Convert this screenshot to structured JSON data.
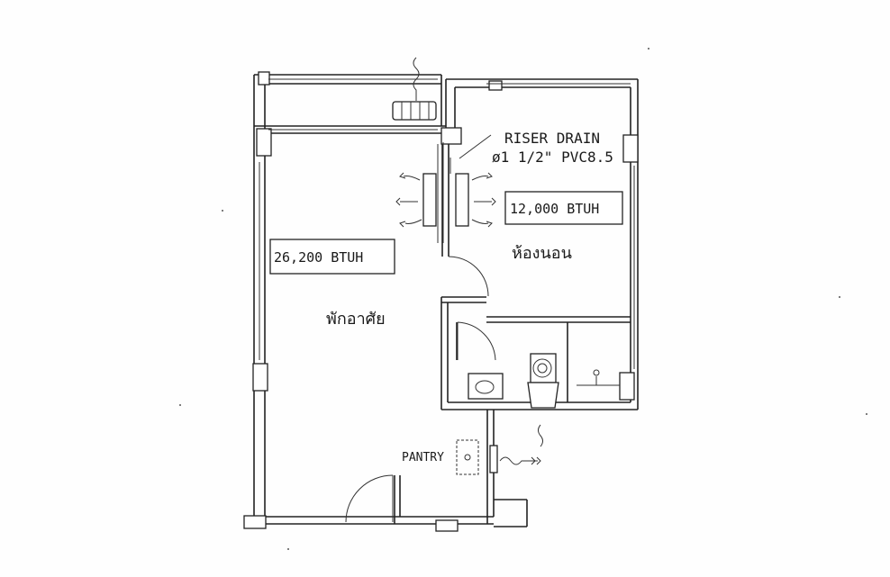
{
  "labels": {
    "riser_line1": "RISER DRAIN",
    "riser_line2": "ø1 1/2\" PVC8.5",
    "bedroom_btu": "12,000 BTUH",
    "bedroom_name": "ห้องนอน",
    "living_btu": "26,200 BTUH",
    "living_name": "พักอาศัย",
    "pantry": "PANTRY"
  }
}
